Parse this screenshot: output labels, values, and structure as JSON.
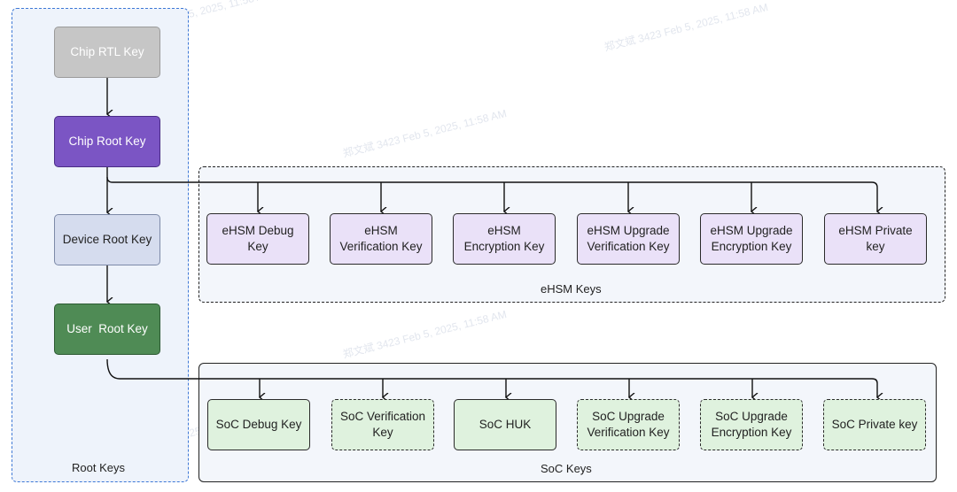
{
  "groups": {
    "root": {
      "label": "Root Keys"
    },
    "ehsm": {
      "label": "eHSM Keys"
    },
    "soc": {
      "label": "SoC Keys"
    }
  },
  "root_keys": {
    "chip_rtl": "Chip RTL Key",
    "chip_root": "Chip Root Key",
    "device_root": "Device Root Key",
    "user_root": "User  Root Key"
  },
  "ehsm_keys": [
    {
      "line1": "eHSM Debug",
      "line2": "Key"
    },
    {
      "line1": "eHSM",
      "line2": "Verification Key"
    },
    {
      "line1": "eHSM",
      "line2": "Encryption Key"
    },
    {
      "line1": "eHSM Upgrade",
      "line2": "Verification Key"
    },
    {
      "line1": "eHSM Upgrade",
      "line2": "Encryption Key"
    },
    {
      "line1": "eHSM Private",
      "line2": "key"
    }
  ],
  "soc_keys": [
    {
      "line1": "SoC Debug Key",
      "line2": ""
    },
    {
      "line1": "SoC Verification",
      "line2": "Key"
    },
    {
      "line1": "SoC HUK",
      "line2": ""
    },
    {
      "line1": "SoC Upgrade",
      "line2": "Verification Key"
    },
    {
      "line1": "SoC Upgrade",
      "line2": "Encryption Key"
    },
    {
      "line1": "SoC Private key",
      "line2": ""
    }
  ],
  "watermark": "郑文斌 3423 Feb 5, 2025, 11:58 AM",
  "colors": {
    "chip_rtl": "#c6c6c6",
    "chip_root": "#7b55c4",
    "device_root": "#d5dcee",
    "user_root": "#4f8b55",
    "ehsm_fill": "#eae1f8",
    "soc_fill": "#dff2de",
    "root_group_border": "#3e78d6"
  }
}
